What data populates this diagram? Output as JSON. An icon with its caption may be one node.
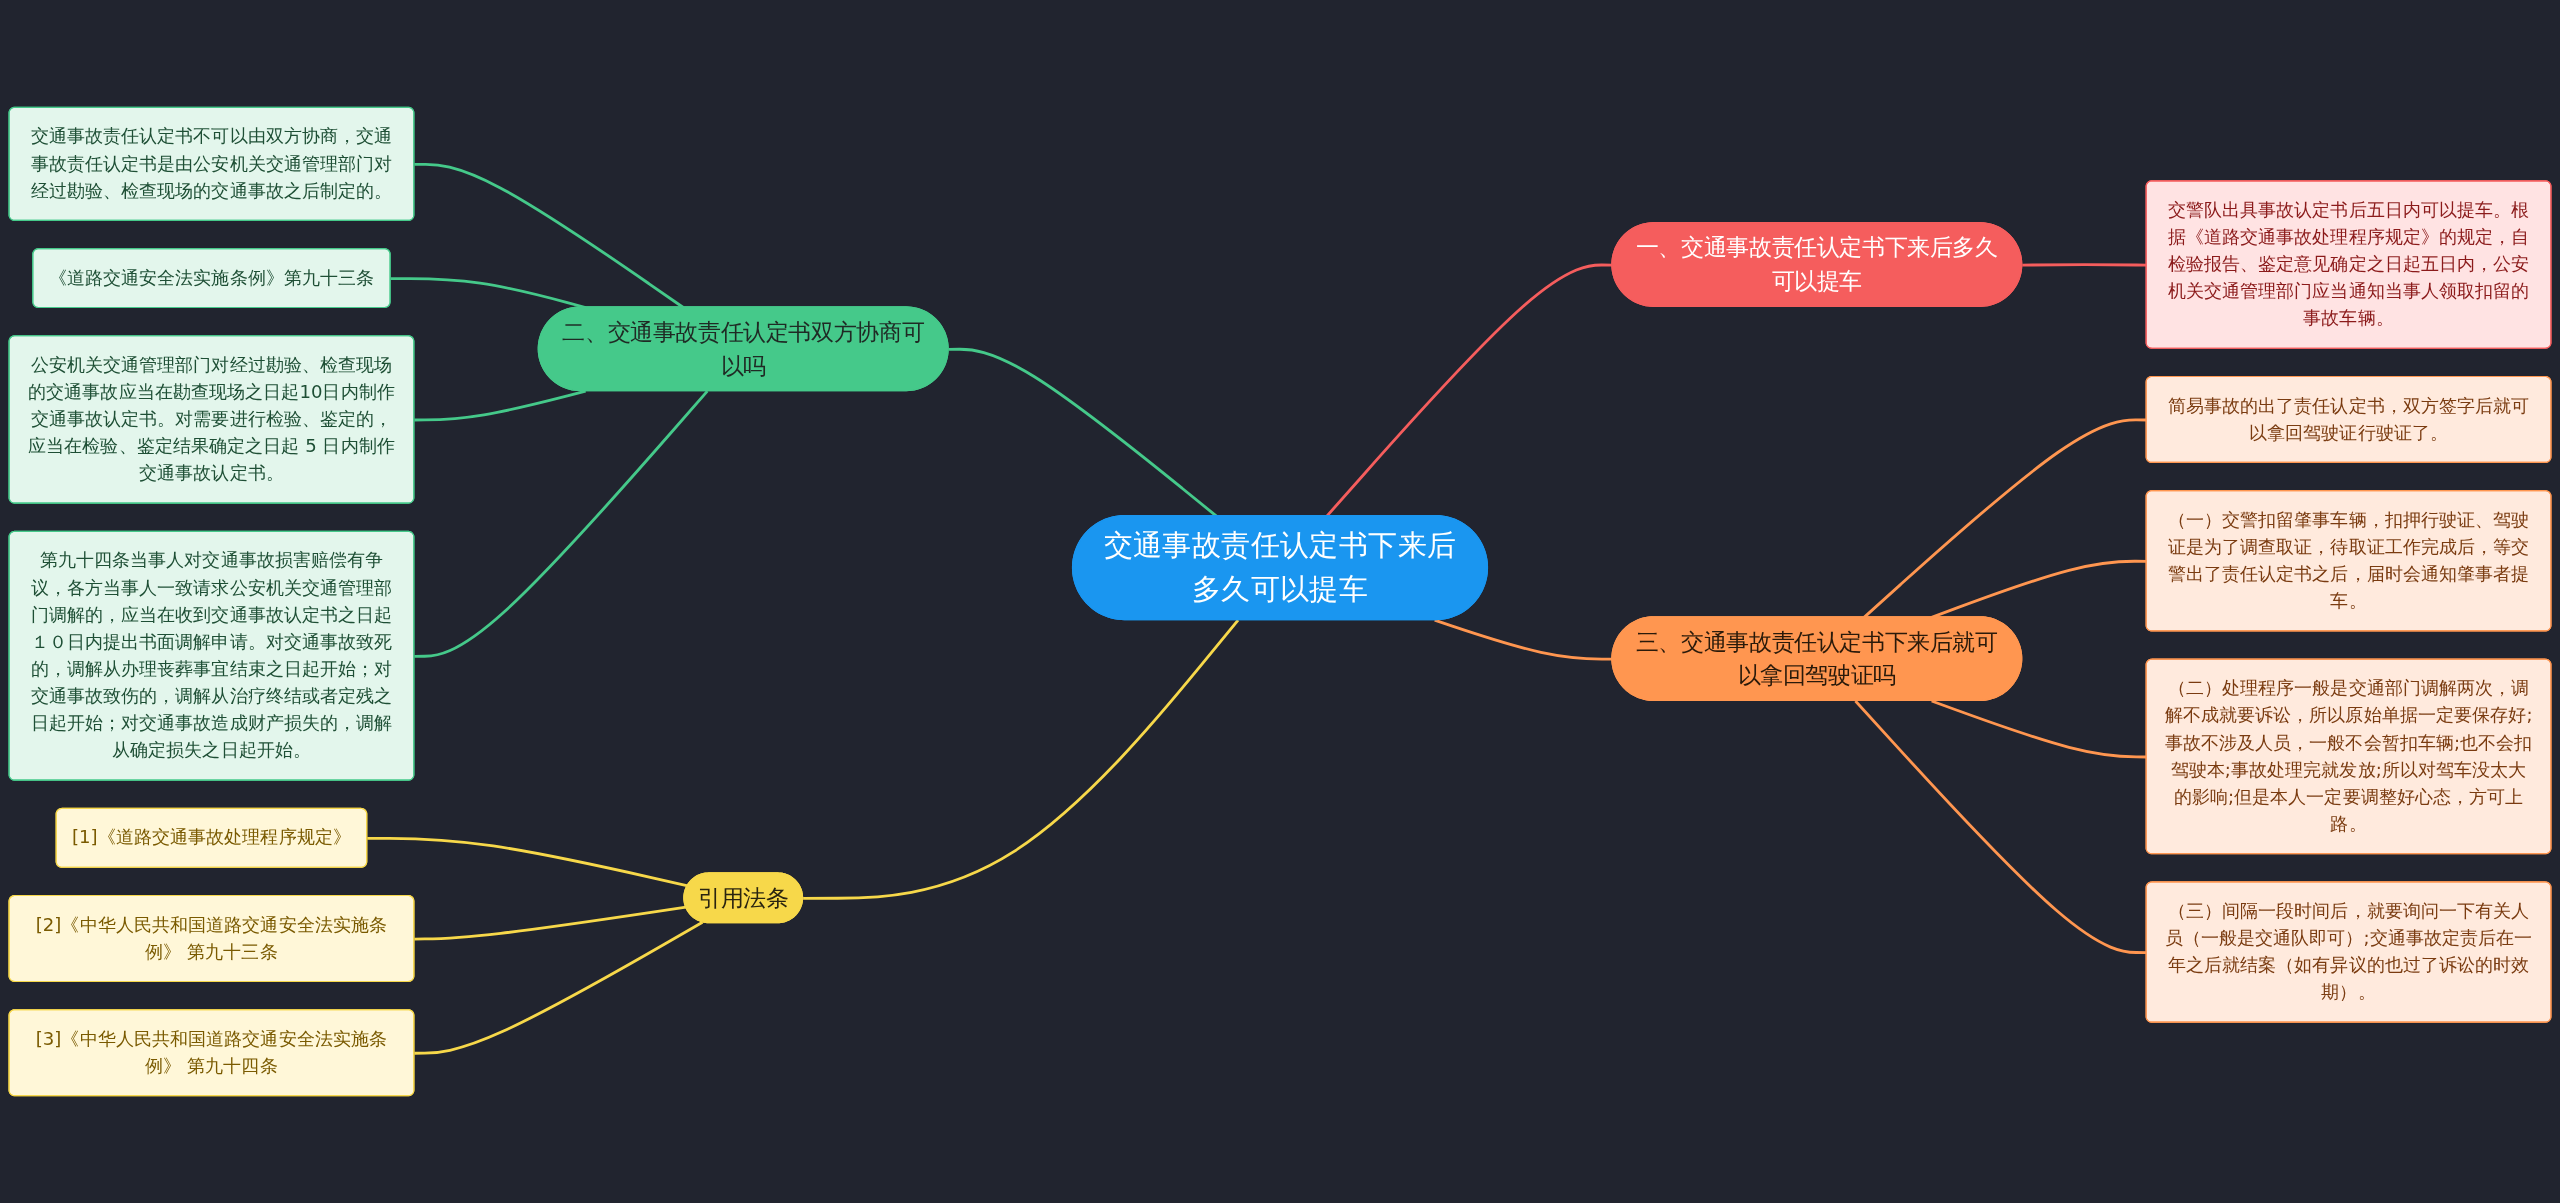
{
  "diagram": {
    "nodes": [
      {
        "text": [
          "交通事故责任认定书下来后多久可以提车"
        ]
      },
      {
        "text": [
          "二、交通事故责任认定书双方协商可以吗"
        ]
      },
      {
        "text": [
          "交通事故责任认定书不可以由双方协商，交通事故责任认定书是由公安机关交通管理部门对经过勘验、检查现场的交通事故之后制定的。"
        ]
      },
      {
        "text": [
          "《道路交通安全法实施条例》第九十三条"
        ]
      },
      {
        "text": [
          "公安机关交通管理部门对经过勘验、检查现场的交通事故应当在勘查现场之日起10日内制作交通事故认定书。对需要进行检验、鉴定的，应当在检验、鉴定结果确定之日起 5 日内制作交通事故认定书。"
        ]
      },
      {
        "text": [
          "第九十四条当事人对交通事故损害赔偿有争议，各方当事人一致请求公安机关交通管理部门调解的，应当在收到交通事故认定书之日起１０日内提出书面调解申请。对交通事故致死的，调解从办理丧葬事宜结束之日起开始；对交通事故致伤的，调解从治疗终结或者定残之日起开始；对交通事故造成财产损失的，调解从确定损失之日起开始。"
        ]
      },
      {
        "text": [
          "引用法条"
        ]
      },
      {
        "text": [
          "[1]《道路交通事故处理程序规定》"
        ]
      },
      {
        "text": [
          "[2]《中华人民共和国道路交通安全法实施条例》 第九十三条"
        ]
      },
      {
        "text": [
          "[3]《中华人民共和国道路交通安全法实施条例》 第九十四条"
        ]
      },
      {
        "text": [
          "一、交通事故责任认定书下来后多久可以提车"
        ]
      },
      {
        "text": [
          "交警队出具事故认定书后五日内可以提车。根据《道路交通事故处理程序规定》的规定，自检验报告、鉴定意见确定之日起五日内，公安机关交通管理部门应当通知当事人领取扣留的事故车辆。"
        ]
      },
      {
        "text": [
          "三、交通事故责任认定书下来后就可以拿回驾驶证吗"
        ]
      },
      {
        "text": [
          "简易事故的出了责任认定书，双方签字后就可以拿回驾驶证行驶证了。"
        ]
      },
      {
        "text": [
          "（一）交警扣留肇事车辆，扣押行驶证、驾驶证是为了调查取证，待取证工作完成后，等交警出了责任认定书之后，届时会通知肇事者提车。"
        ]
      },
      {
        "text": [
          "（二）处理程序一般是交通部门调解两次，调解不成就要诉讼，所以原始单据一定要保存好;事故不涉及人员，一般不会暂扣车辆;也不会扣驾驶本;事故处理完就发放;所以对驾车没太大的影响;但是本人一定要调整好心态，方可上路。"
        ]
      },
      {
        "text": [
          "（三）间隔一段时间后，就要询问一下有关人员（一般是交通队即可）;交通事故定责后在一年之后就结案（如有异议的也过了诉讼的时效期）。"
        ]
      }
    ],
    "edges": [
      {
        "from": 1,
        "to": 0,
        "arrow": "none",
        "color": "#45c98a"
      },
      {
        "from": 2,
        "to": 1,
        "arrow": "none",
        "color": "#45c98a"
      },
      {
        "from": 3,
        "to": 1,
        "arrow": "none",
        "color": "#45c98a"
      },
      {
        "from": 4,
        "to": 1,
        "arrow": "none",
        "color": "#45c98a"
      },
      {
        "from": 5,
        "to": 1,
        "arrow": "none",
        "color": "#45c98a"
      },
      {
        "from": 6,
        "to": 0,
        "arrow": "none",
        "color": "#f7d84a"
      },
      {
        "from": 7,
        "to": 6,
        "arrow": "none",
        "color": "#f7d84a"
      },
      {
        "from": 8,
        "to": 6,
        "arrow": "none",
        "color": "#f7d84a"
      },
      {
        "from": 9,
        "to": 6,
        "arrow": "none",
        "color": "#f7d84a"
      },
      {
        "from": 0,
        "to": 10,
        "arrow": "none",
        "color": "#f55d5d"
      },
      {
        "from": 10,
        "to": 11,
        "arrow": "none",
        "color": "#f55d5d"
      },
      {
        "from": 0,
        "to": 12,
        "arrow": "none",
        "color": "#ff9650"
      },
      {
        "from": 12,
        "to": 13,
        "arrow": "none",
        "color": "#ff9650"
      },
      {
        "from": 12,
        "to": 14,
        "arrow": "none",
        "color": "#ff9650"
      },
      {
        "from": 12,
        "to": 15,
        "arrow": "none",
        "color": "#ff9650"
      },
      {
        "from": 12,
        "to": 16,
        "arrow": "none",
        "color": "#ff9650"
      }
    ]
  }
}
